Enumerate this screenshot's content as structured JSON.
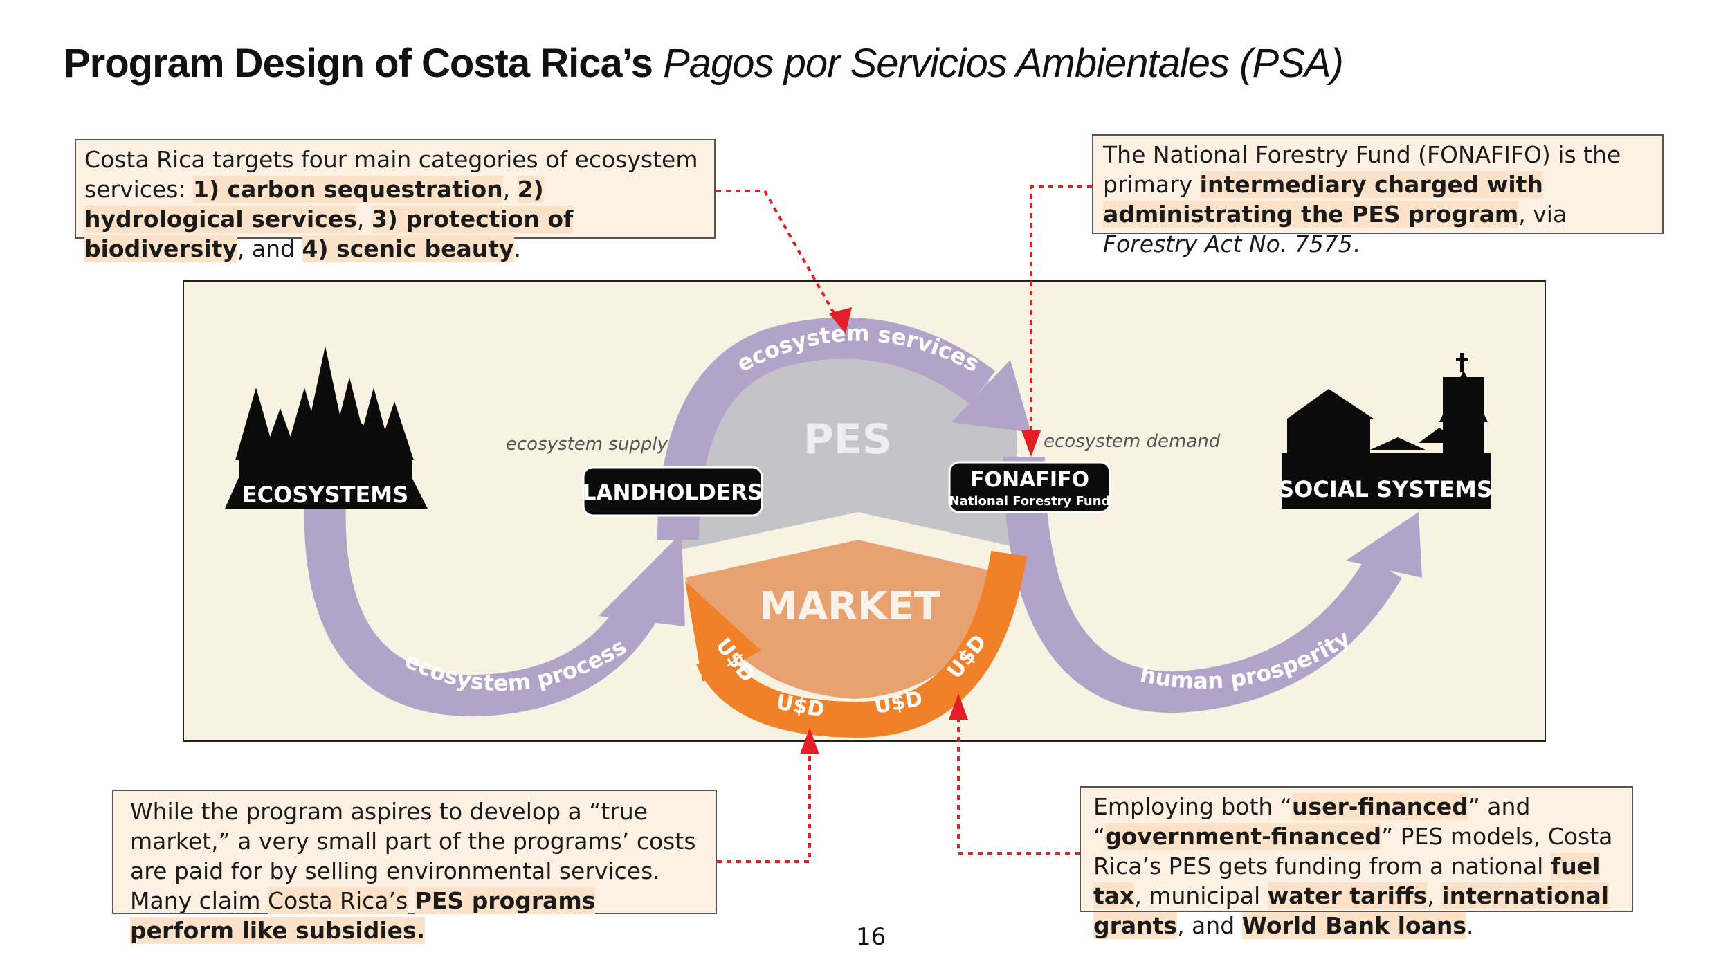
{
  "title": {
    "bold": "Program Design of Costa Rica’s",
    "italic": "Pagos por Servicios Ambientales (PSA)"
  },
  "notes": {
    "top_left": {
      "t1": "Costa Rica targets four main categories of ecosystem services: ",
      "h1": "1) carbon sequestration",
      "t2": ", ",
      "h2": "2) hydrological services",
      "t3": ", ",
      "h3": "3) protection of biodiversity",
      "t4": ", and ",
      "h4": "4) scenic beauty",
      "t5": "."
    },
    "top_right": {
      "t1": "The National Forestry Fund (FONAFIFO) is the primary ",
      "h1": "intermediary charged with administrating the PES program",
      "t2": ", via ",
      "i1": "Forestry Act No. 7575",
      "t3": "."
    },
    "bottom_left": {
      "t1": "While the program aspires to develop a “true market,” a very small part of the programs’ costs are paid for by selling environmental services. Many claim ",
      "h1": "Costa Rica’s",
      "t2": " ",
      "h2": "PES programs perform like subsidies."
    },
    "bottom_right": {
      "t1": "Employing both “",
      "h1": "user-financed",
      "t2": "” and “",
      "h2": "government-financed",
      "t3": "” PES models, Costa Rica’s PES gets funding from a national ",
      "h3": "fuel tax",
      "t4": ", municipal ",
      "h4": "water tariffs",
      "t5": ", ",
      "h5": "international grants",
      "t6": ", and ",
      "h6": "World Bank loans",
      "t7": "."
    }
  },
  "diagram": {
    "ecosystems": "ECOSYSTEMS",
    "landholders": "LANDHOLDERS",
    "fonafifo": "FONAFIFO",
    "fonafifo_sub": "National Forestry Fund",
    "social_systems": "SOCIAL SYSTEMS",
    "pes": "PES",
    "market": "MARKET",
    "ecosystem_services": "ecosystem services",
    "ecosystem_supply": "ecosystem supply",
    "ecosystem_demand": "ecosystem demand",
    "ecosystem_process": "ecosystem process",
    "human_prosperity": "human prosperity",
    "usd": "U$D"
  },
  "colors": {
    "purple": "#b2a4c9",
    "orange": "#f08128",
    "market_fill": "#e8a271",
    "pes_fill": "#c4c3c7",
    "red": "#e21f26",
    "panel": "#f7f2e1"
  },
  "page_number": "16"
}
